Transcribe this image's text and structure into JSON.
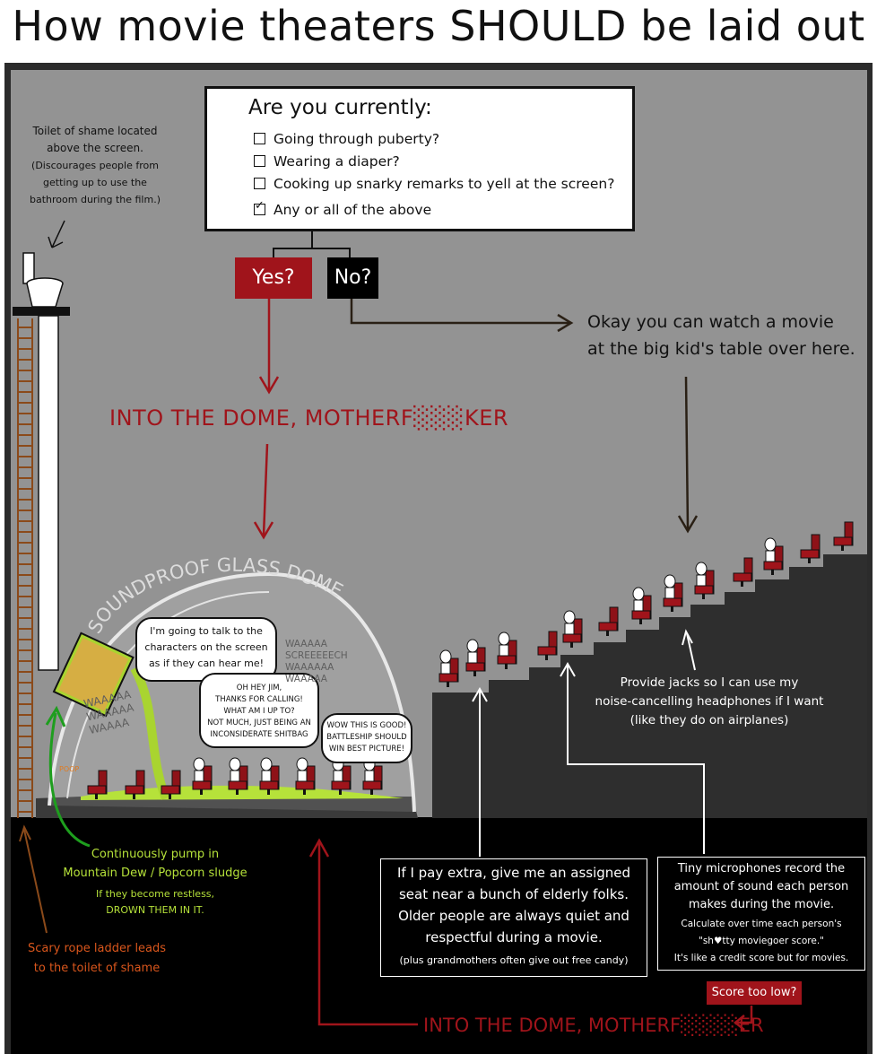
{
  "title": "How movie theaters SHOULD be laid out",
  "quiz": {
    "question": "Are you currently:",
    "options": [
      {
        "label": "Going through puberty?",
        "checked": false
      },
      {
        "label": "Wearing a diaper?",
        "checked": false
      },
      {
        "label": "Cooking up snarky remarks to yell at the screen?",
        "checked": false
      },
      {
        "label": "Any or all of the above",
        "checked": true
      }
    ]
  },
  "yes_label": "Yes?",
  "no_label": "No?",
  "into_dome_top": "INTO THE DOME, MOTHERF░░░KER",
  "okay_line1": "Okay you can watch a movie",
  "okay_line2": "at the big kid's table over here.",
  "toilet_note": {
    "line1": "Toilet of shame located",
    "line2": "above the screen.",
    "line3": "(Discourages people from",
    "line4": "getting up to use the",
    "line5": "bathroom during the film.)"
  },
  "dome_label": "SOUNDPROOF GLASS DOME",
  "bubbles": {
    "b1": [
      "I'm going to talk to the",
      "characters on the screen",
      "as if they can hear me!"
    ],
    "b2": [
      "OH HEY JIM,",
      "THANKS FOR CALLING!",
      "WHAT AM I UP TO?",
      "NOT MUCH, JUST BEING AN",
      "INCONSIDERATE SHITBAG"
    ],
    "b3": [
      "WOW THIS IS GOOD!",
      "BATTLESHIP SHOULD",
      "WIN BEST PICTURE!"
    ]
  },
  "crying_left": [
    "WAAAAA",
    "WAAAAA",
    "WAAAA"
  ],
  "crying_right": [
    "WAAAAA",
    "SCREEEEECH",
    "WAAAAAA",
    "WAAAAA"
  ],
  "poop_label": "POOP",
  "sludge_note": {
    "line1": "Continuously pump in",
    "line2": "Mountain Dew / Popcorn sludge",
    "small1": "If they become restless,",
    "small2": "DROWN THEM IN IT."
  },
  "ladder_note": {
    "line1": "Scary rope ladder leads",
    "line2": "to the toilet of shame"
  },
  "jacks_note": {
    "line1": "Provide jacks so I can use my",
    "line2": "noise-cancelling headphones if I want",
    "line3": "(like they do on airplanes)"
  },
  "elderly_box": {
    "line1": "If I pay extra, give me an assigned",
    "line2": "seat near a bunch of elderly folks.",
    "line3": "Older people are always quiet and",
    "line4": "respectful during a movie.",
    "small": "(plus grandmothers often give out free candy)"
  },
  "mic_box": {
    "line1": "Tiny microphones record the",
    "line2": "amount of sound each person",
    "line3": "makes during the movie.",
    "small1": "Calculate over time each person's",
    "small2": "\"sh♥tty moviegoer score.\"",
    "small3": "It's like a credit score but for movies."
  },
  "score_label": "Score too low?",
  "into_dome_bottom": "INTO THE DOME, MOTHERF░░░░ER",
  "colors": {
    "accent_red": "#a0141b",
    "panel_gray": "#939393",
    "sludge_green": "#b6e23a",
    "ladder_orange": "#d9561c",
    "arrow_green": "#1e9e1e"
  }
}
